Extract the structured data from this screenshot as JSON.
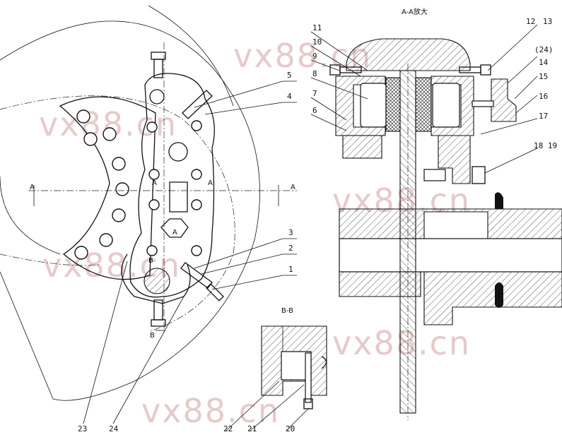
{
  "section_titles": {
    "aa": "A-A放大",
    "bb": "B-B"
  },
  "section_markers": {
    "a_left": "A",
    "a_right": "A",
    "a_inner_left": "A",
    "a_inner_right": "A",
    "a_center": "A",
    "b_top": "B",
    "b_bottom": "B"
  },
  "callouts": {
    "c1": "1",
    "c2": "2",
    "c3": "3",
    "c4": "4",
    "c5": "5",
    "c6": "6",
    "c7": "7",
    "c8": "8",
    "c9": "9",
    "c10": "10",
    "c11": "11",
    "c12": "12",
    "c13": "13",
    "c14": "(24)",
    "c14b": "14",
    "c15": "15",
    "c16": "16",
    "c17": "17",
    "c18": "18 19",
    "c20": "20",
    "c21": "21",
    "c22": "22",
    "c23": "23",
    "c24": "24"
  },
  "watermark": "vx88.cn",
  "colors": {
    "line": "#111111",
    "watermark": "#e6caca",
    "background": "#ffffff"
  }
}
